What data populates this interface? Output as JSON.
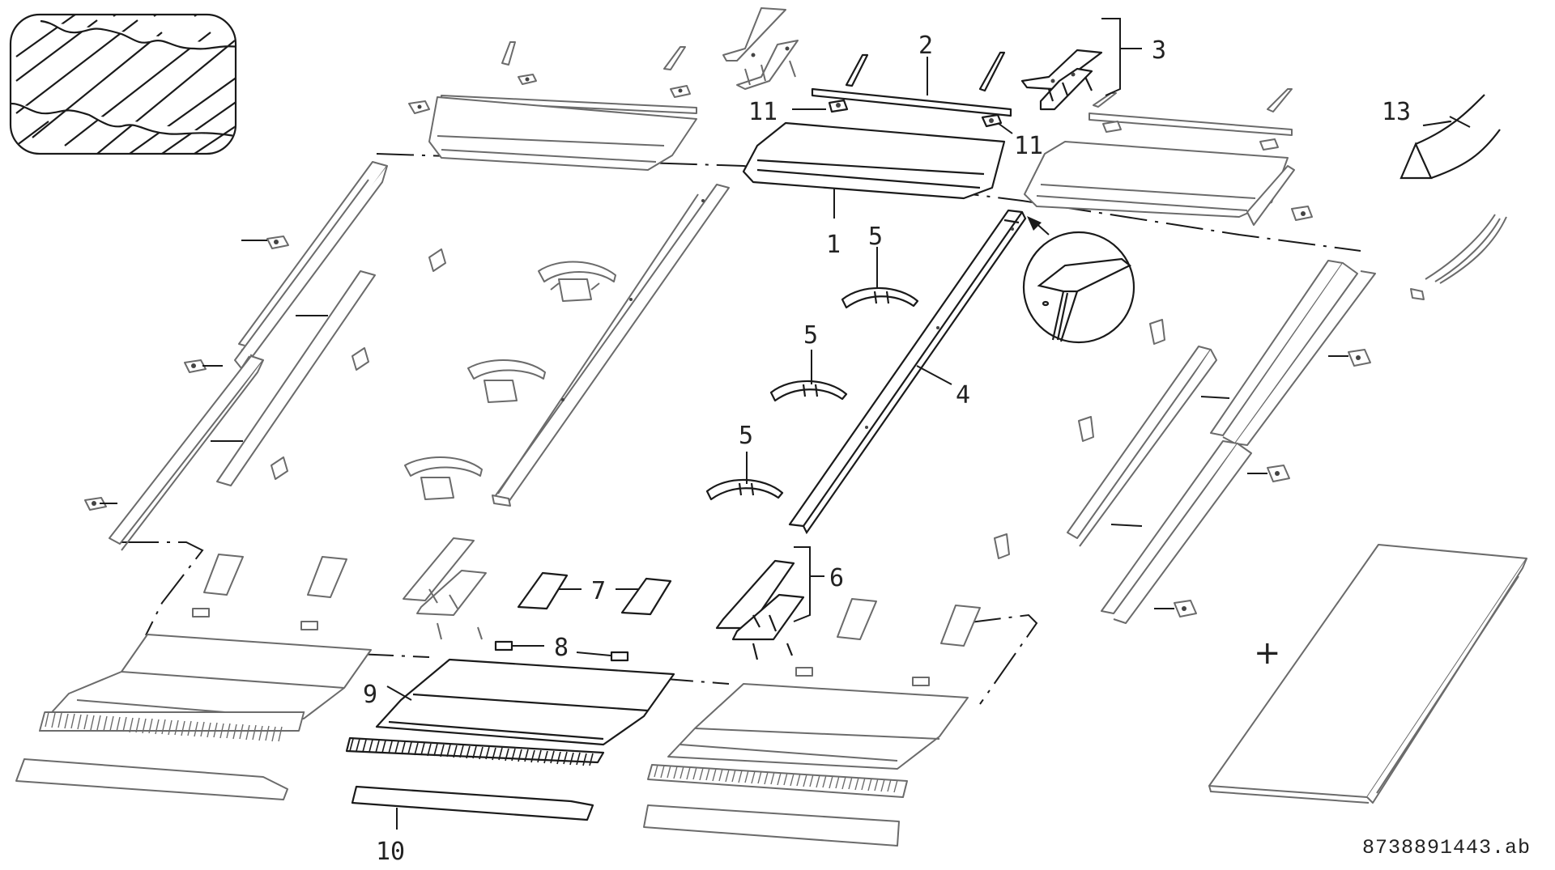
{
  "diagram": {
    "title": "Exploded view – in-roof mounting kit for collectors (tiled roof)",
    "document_code": "8738891443.ab",
    "plus_symbol": "+",
    "inset_label": "roof-tile-detail",
    "detail_circle_label": "end-cap-detail",
    "colors": {
      "line_dark": "#1a1a1a",
      "line_grey": "#6b6b6b",
      "background": "#ffffff"
    },
    "callouts": [
      {
        "id": "c1",
        "text": "1",
        "part": "top flashing (centre)"
      },
      {
        "id": "c2",
        "text": "2",
        "part": "top cover strip"
      },
      {
        "id": "c3",
        "text": "3",
        "part": "top connection bracket set"
      },
      {
        "id": "c4",
        "text": "4",
        "part": "vertical batten / connector strip"
      },
      {
        "id": "c5a",
        "text": "5",
        "part": "retaining clip"
      },
      {
        "id": "c5b",
        "text": "5",
        "part": "retaining clip"
      },
      {
        "id": "c5c",
        "text": "5",
        "part": "retaining clip"
      },
      {
        "id": "c6",
        "text": "6",
        "part": "bottom connection bracket set"
      },
      {
        "id": "c7a",
        "text": "7",
        "part": "spacer plate"
      },
      {
        "id": "c8",
        "text": "8",
        "part": "plug / fastener"
      },
      {
        "id": "c9",
        "text": "9",
        "part": "bottom apron flashing (centre)"
      },
      {
        "id": "c10",
        "text": "10",
        "part": "bottom sealing strip"
      },
      {
        "id": "c11a",
        "text": "11",
        "part": "small clamp"
      },
      {
        "id": "c11b",
        "text": "11",
        "part": "small clamp"
      },
      {
        "id": "c13",
        "text": "13",
        "part": "sealing profile (foam)"
      }
    ]
  }
}
